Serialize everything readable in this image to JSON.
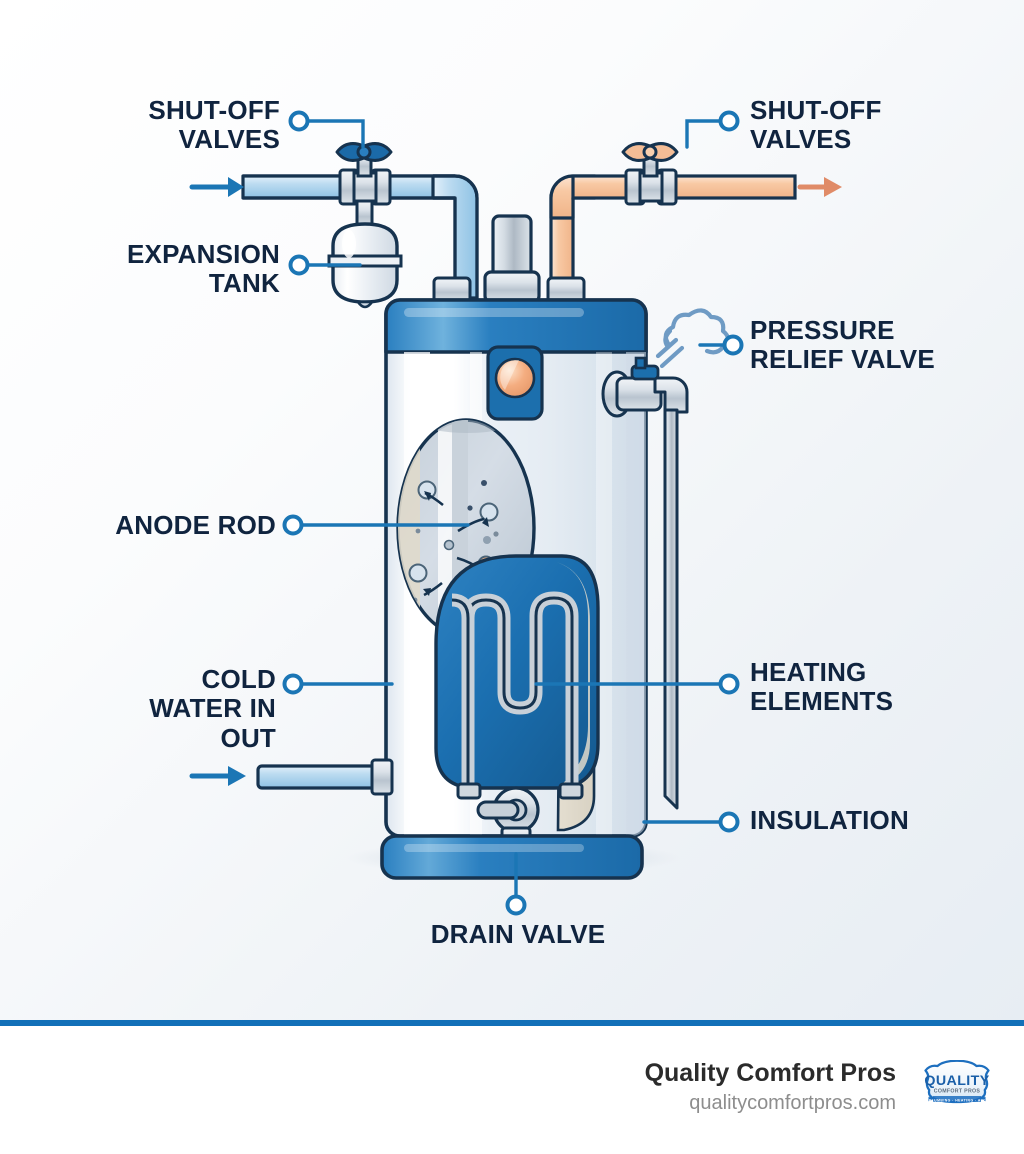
{
  "meta": {
    "title": "Water Heater Anatomy Diagram",
    "background_start": "#ffffff",
    "background_end": "#e7edf3",
    "label_color": "#10243f",
    "leader_color": "#1b76b5",
    "accent_blue": "#1270b8",
    "tank_blue": "#1c6fad",
    "cold_pipe_color": "#a9cfe9",
    "hot_pipe_color": "#f6c3a0",
    "outline_color": "#16334f"
  },
  "labels": {
    "shutoff_valves_left": "SHUT-OFF\nVALVES",
    "expansion_tank": "EXPANSION\nTANK",
    "anode_rod": "ANODE ROD",
    "cold_water_in_out": "COLD\nWATER IN\nOUT",
    "shutoff_valves_right": "SHUT-OFF\nVALVES",
    "pressure_relief_valve": "PRESSURE\nRELIEF VALVE",
    "heating_elements": "HEATING\nELEMENTS",
    "insulation": "INSULATION",
    "drain_valve": "DRAIN VALVE"
  },
  "icons": {
    "steam_icon": "steam-cloud-icon",
    "inlet_arrow": "arrow-right-icon",
    "outlet_arrow": "arrow-right-icon",
    "cold_inlet_arrow": "arrow-right-icon"
  },
  "components": [
    {
      "id": "shutoff-valve-cold",
      "name": "Cold water shut-off valve"
    },
    {
      "id": "shutoff-valve-hot",
      "name": "Hot water shut-off valve"
    },
    {
      "id": "expansion-tank",
      "name": "Expansion tank"
    },
    {
      "id": "anode-rod",
      "name": "Anode rod"
    },
    {
      "id": "pressure-relief",
      "name": "Pressure relief valve"
    },
    {
      "id": "heating-elements",
      "name": "Heating elements"
    },
    {
      "id": "insulation",
      "name": "Insulation"
    },
    {
      "id": "drain-valve",
      "name": "Drain valve"
    },
    {
      "id": "thermostat-panel",
      "name": "Thermostat access panel"
    }
  ],
  "footer": {
    "brand_name": "Quality Comfort Pros",
    "brand_url": "qualitycomfortpros.com",
    "logo_text": "QUALITY",
    "logo_subtext": "COMFORT PROS",
    "divider_color": "#1270b8"
  }
}
